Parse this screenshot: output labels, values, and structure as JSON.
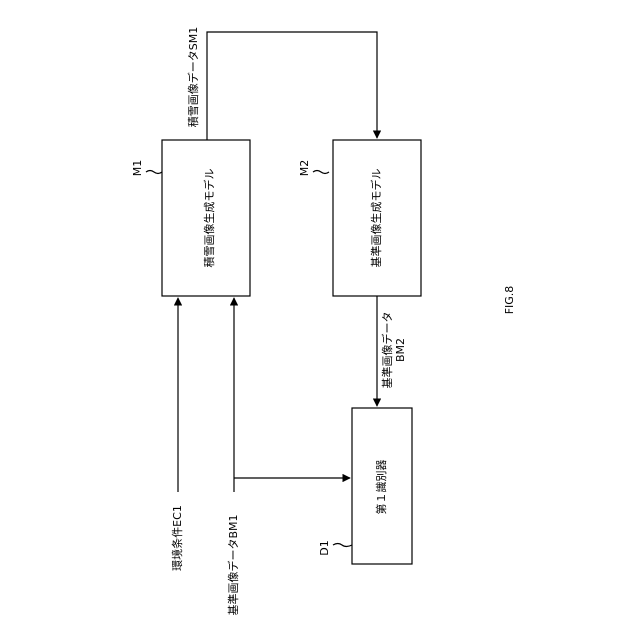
{
  "figure_label": "FIG.8",
  "nodes": {
    "m1": {
      "ref": "M1",
      "label": "積雪画像生成モデル"
    },
    "m2": {
      "ref": "M2",
      "label": "基準画像生成モデル"
    },
    "d1": {
      "ref": "D1",
      "label": "第１識別器"
    }
  },
  "signals": {
    "sm1": "積雪画像データSM1",
    "bm2_line1": "基準画像データ",
    "bm2_line2": "BM2",
    "ec1": "環境条件EC1",
    "bm1": "基準画像データBM1"
  },
  "colors": {
    "line": "#000000",
    "background": "#ffffff"
  }
}
